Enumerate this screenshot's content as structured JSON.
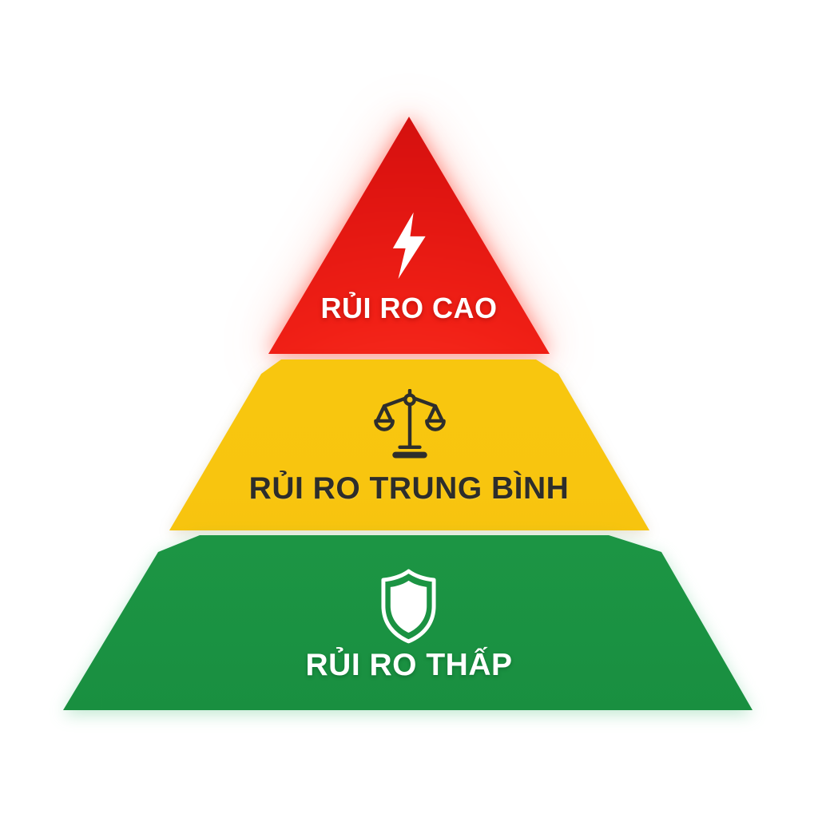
{
  "page": {
    "background_color": "#ffffff",
    "diagram_type": "risk-pyramid"
  },
  "pyramid": {
    "levels": [
      {
        "id": "high-risk",
        "label": "RỦI RO CAO",
        "icon": "lightning-bolt-icon",
        "shape": "triangle",
        "fill_color": "#ed1c15",
        "text_color": "#ffffff",
        "icon_color": "#ffffff",
        "position": "top"
      },
      {
        "id": "medium-risk",
        "label": "RỦI RO TRUNG BÌNH",
        "icon": "balance-scales-icon",
        "shape": "trapezoid",
        "fill_color": "#f8c50f",
        "text_color": "#2d2d2b",
        "icon_color": "#2e2e2c",
        "position": "middle"
      },
      {
        "id": "low-risk",
        "label": "RỦI RO THẤP",
        "icon": "shield-icon",
        "shape": "trapezoid",
        "fill_color": "#1d9745",
        "text_color": "#ffffff",
        "icon_color": "#ffffff",
        "position": "bottom"
      }
    ]
  }
}
